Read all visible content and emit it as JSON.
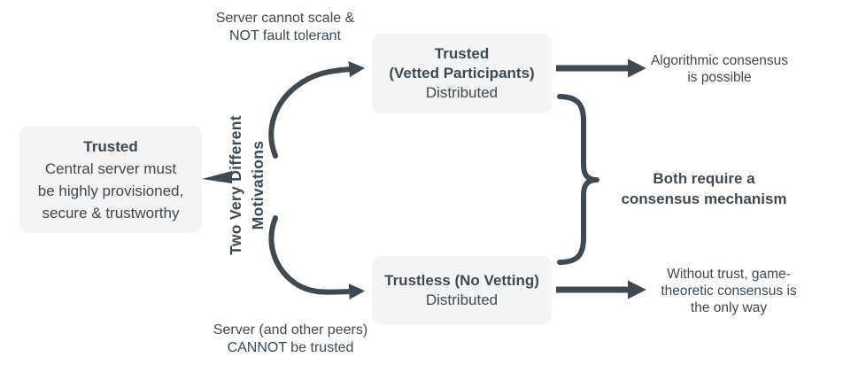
{
  "colors": {
    "ink": "#3d4a54",
    "box_bg": "#f2f4f6",
    "background": "#ffffff"
  },
  "central_box": {
    "title": "Trusted",
    "line1": "Central server must",
    "line2": "be highly provisioned,",
    "line3": "secure & trustworthy"
  },
  "motivations_label": {
    "line1": "Two Very Different",
    "line2": "Motivations"
  },
  "top_note": {
    "line1": "Server cannot scale &",
    "line2": "NOT fault tolerant"
  },
  "bottom_note": {
    "line1": "Server (and other peers)",
    "line2": "CANNOT be trusted"
  },
  "vetted_box": {
    "title_line1": "Trusted",
    "title_line2": "(Vetted Participants)",
    "subtitle": "Distributed"
  },
  "trustless_box": {
    "title": "Trustless (No Vetting)",
    "subtitle": "Distributed"
  },
  "top_outcome": {
    "line1": "Algorithmic consensus",
    "line2": "is possible"
  },
  "bottom_outcome": {
    "line1": "Without trust, game-",
    "line2": "theoretic consensus is",
    "line3": "the only way"
  },
  "brace_label": {
    "line1": "Both require a",
    "line2": "consensus mechanism"
  }
}
